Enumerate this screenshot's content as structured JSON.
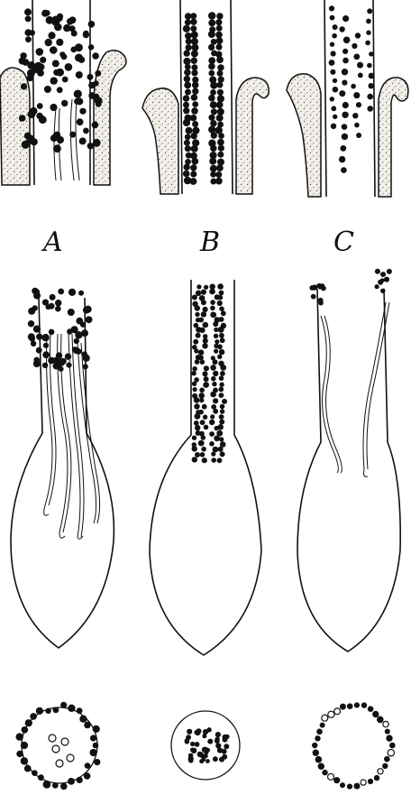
{
  "panels": [
    {
      "id": "A",
      "label": "A"
    },
    {
      "id": "B",
      "label": "B"
    },
    {
      "id": "C",
      "label": "C"
    }
  ],
  "colors": {
    "ink": "#111111",
    "stipple_fill": "#efece6",
    "background": "#ffffff"
  }
}
